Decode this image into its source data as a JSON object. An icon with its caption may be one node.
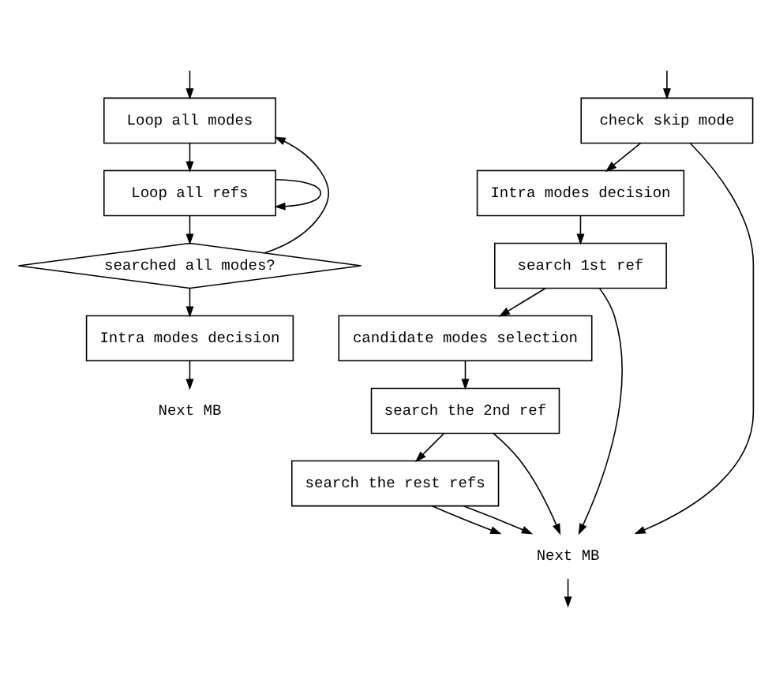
{
  "diagram": {
    "nodes": [
      {
        "text": [
          "Loop all modes"
        ]
      },
      {
        "text": [
          "Loop all refs"
        ]
      },
      {
        "text": [
          "searched all modes?"
        ]
      },
      {
        "text": [
          "Intra modes decision"
        ]
      },
      {
        "text": [
          "Next MB"
        ]
      },
      {
        "text": [
          "check skip mode"
        ]
      },
      {
        "text": [
          "Intra modes decision"
        ]
      },
      {
        "text": [
          "search 1st ref"
        ]
      },
      {
        "text": [
          "candidate modes selection"
        ]
      },
      {
        "text": [
          "search the 2nd ref"
        ]
      },
      {
        "text": [
          "search the rest refs"
        ]
      },
      {
        "text": [
          "Next MB"
        ]
      }
    ],
    "edges": [
      {
        "from": null,
        "to": 0,
        "arrow": "to"
      },
      {
        "from": 0,
        "to": 1,
        "arrow": "to"
      },
      {
        "from": 1,
        "to": 1,
        "arrow": "to"
      },
      {
        "from": 1,
        "to": 2,
        "arrow": "to"
      },
      {
        "from": 2,
        "to": 0,
        "arrow": "to"
      },
      {
        "from": 2,
        "to": 3,
        "arrow": "to"
      },
      {
        "from": 3,
        "to": 4,
        "arrow": "to"
      },
      {
        "from": null,
        "to": 5,
        "arrow": "to"
      },
      {
        "from": 5,
        "to": 6,
        "arrow": "to"
      },
      {
        "from": 6,
        "to": 7,
        "arrow": "to"
      },
      {
        "from": 7,
        "to": 8,
        "arrow": "to"
      },
      {
        "from": 8,
        "to": 9,
        "arrow": "to"
      },
      {
        "from": 9,
        "to": 10,
        "arrow": "to"
      },
      {
        "from": 10,
        "to": 11,
        "arrow": "to"
      },
      {
        "from": 5,
        "to": 11,
        "arrow": "to"
      },
      {
        "from": 7,
        "to": 11,
        "arrow": "to"
      },
      {
        "from": 9,
        "to": 11,
        "arrow": "to"
      },
      {
        "from": 10,
        "to": 11,
        "arrow": "to"
      },
      {
        "from": 11,
        "to": null,
        "arrow": "to"
      }
    ]
  }
}
